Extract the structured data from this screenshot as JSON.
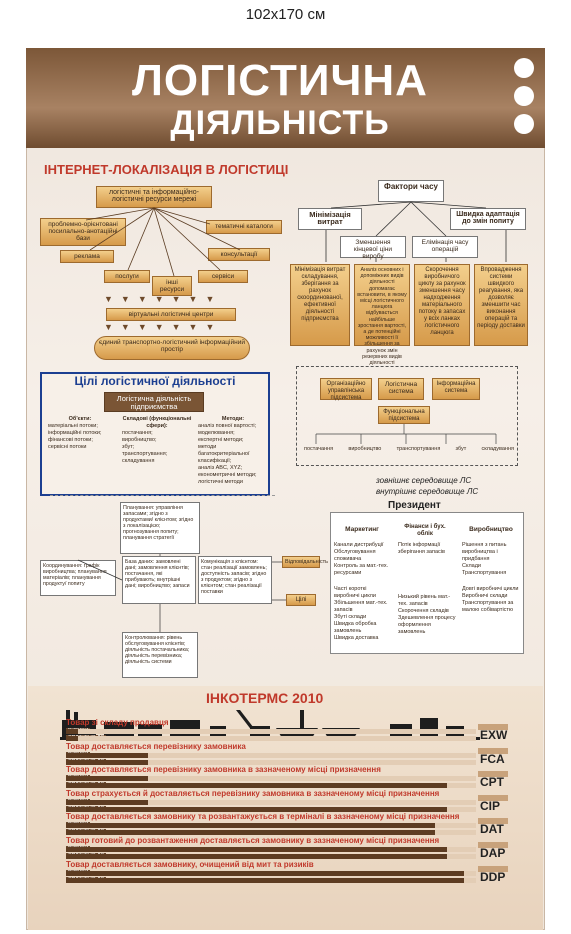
{
  "size_label": "102x170 см",
  "header": {
    "line1": "ЛОГІСТИЧНА",
    "line2": "ДІЯЛЬНІСТЬ"
  },
  "internet": {
    "title": "ІНТЕРНЕТ-ЛОКАЛІЗАЦІЯ В ЛОГІСТИЦІ",
    "top": "логістичні та інформаційно-логістичні ресурси мережі",
    "problem": "проблемно-орієнтовані посилально-анотаційні бази",
    "catalogs": "тематичні каталоги",
    "ads": "реклама",
    "consult": "консультації",
    "services": "послуги",
    "other": "інші ресурси",
    "servers": "сервіси",
    "virtual": "віртуальні логістичні центри",
    "space": "єдиний транспортно-логістичний інформаційний простір"
  },
  "factors": {
    "title": "Фактори часу",
    "min_cost": "Мінімізація витрат",
    "fast": "Швидка адаптація до змін попиту",
    "reduce": "Зменшення кінцевої ціни виробу",
    "elim": "Елімінація часу операцій",
    "d1": "Мінімізація витрат складування, зберігання за рахунок скоординованої, ефективної діяльності підприємства",
    "d2": "Аналіз основних і допоміжних видів діяльності допомагає встановити, в якому місці логістичного ланцюга відбувається найбільше зростання вартості, а де потенційні можливості її збільшення за рахунок змін резервних видів діяльності",
    "d3": "Скорочення виробничого циклу за рахунок зменшення часу надходження матеріального потоку в запасах у всіх ланках логістичного ланцюга",
    "d4": "Впровадження системи швидкого реагування, яка дозволяє зменшити час виконання операцій та періоду доставки"
  },
  "goals": {
    "title": "Цілі логістичної діяльності",
    "subtitle": "Логістична діяльність підприємства",
    "col1_head": "Об'єкти:",
    "col1": [
      "матеріальні потоки;",
      "інформаційні потоки;",
      "фінансові потоки;",
      "сервісні потоки"
    ],
    "col2_head": "Складові (функціональні сфери):",
    "col2": [
      "постачання;",
      "виробництво;",
      "збут;",
      "транспортування;",
      "складування"
    ],
    "col3_head": "Методи:",
    "col3": [
      "аналіз повної вартості;",
      "моделювання;",
      "експертні методи;",
      "методи багатокритеріальної класифікації;",
      "аналіз ABC, XYZ;",
      "економетричні методи;",
      "логістичні методи"
    ]
  },
  "system": {
    "org": "Організаційно управлінська підсистема",
    "log": "Логістична система",
    "info": "Інформаційна система",
    "func": "Функціональна підсистема",
    "items": [
      "постачання",
      "виробництво",
      "транспортування",
      "збут",
      "складування"
    ],
    "ext": "зовнішнє середовище ЛС",
    "int": "внутрішнє середовище ЛС"
  },
  "planning": {
    "plan": "Планування: управління запасами; згідно з продуктами/ клієнтом; згідно з локалізацією; прогнозування попиту; планування стратегії",
    "coord": "Координування: графік виробництва; планування матеріалів; планування продукту/ попиту",
    "db": "База даних: замовлені дані; замовлення клієнтів; постачання, які прибувають; внутрішні дані; виробництво; запаси",
    "comm": "Комунікація з клієнтом: стан реалізації замовлень; доступність запасів; згідно з продуктом; згідно з клієнтом; стан реалізації поставки",
    "control": "Контролювання: рівень обслуговування клієнтів; діяльність постачальника; діяльність перевізника; діяльність системи",
    "resp": "Відповідальність",
    "goals": "Цілі"
  },
  "president": {
    "title": "Президент",
    "marketing": "Маркетинг",
    "finance": "Фінанси і бух. облік",
    "production": "Виробництво",
    "m_list": [
      "Канали дистрибуції",
      "Обслуговування споживача",
      "Контроль за мат.-тех. ресурсами"
    ],
    "f_list": [
      "Потік інформації",
      "зберігання запасів"
    ],
    "p_list": [
      "Рішення з питань виробництва і придбання",
      "Склади",
      "Транспортування"
    ],
    "m2": [
      "Часті короткі виробничі цикли",
      "Збільшення мат.-тех. запасів",
      "Збуті склади",
      "Швидка обробка замовлень",
      "Швидка доставка"
    ],
    "f2": [
      "Низький рівень мат.-тех. запасів",
      "Скорочення складів",
      "Здешевлення процесу оформлення замовлень"
    ],
    "p2": [
      "Довгі виробничі цикли",
      "Виробничі склади",
      "Транспортування за малою собівартістю"
    ]
  },
  "incoterms": {
    "title": "ІНКОТЕРМС 2010",
    "risks": "РИЗИКИ",
    "paid": "СПЛАЧЕНО ДО",
    "rows": [
      {
        "title": "Товар зі складу продавця",
        "code": "EXW",
        "risk": 0.03,
        "pay": 0.03
      },
      {
        "title": "Товар доставляється перевізнику замовника",
        "code": "FCA",
        "risk": 0.2,
        "pay": 0.2
      },
      {
        "title": "Товар доставляється перевізнику замовника в зазначеному місці призначення",
        "code": "CPT",
        "risk": 0.2,
        "pay": 0.93
      },
      {
        "title": "Товар страхується й доставляється перевізнику замовника в зазначеному місці призначення",
        "code": "CIP",
        "risk": 0.2,
        "pay": 0.93
      },
      {
        "title": "Товар доставляється замовнику та розвантажується в терміналі в зазначеному місці призначення",
        "code": "DAT",
        "risk": 0.9,
        "pay": 0.9
      },
      {
        "title": "Товар готовий до розвантаження доставляється замовнику в зазначеному місці призначення",
        "code": "DAP",
        "risk": 0.93,
        "pay": 0.93
      },
      {
        "title": "Товар  доставляється замовнику, очищений від мит та ризиків",
        "code": "DDP",
        "risk": 0.97,
        "pay": 0.97
      }
    ]
  }
}
